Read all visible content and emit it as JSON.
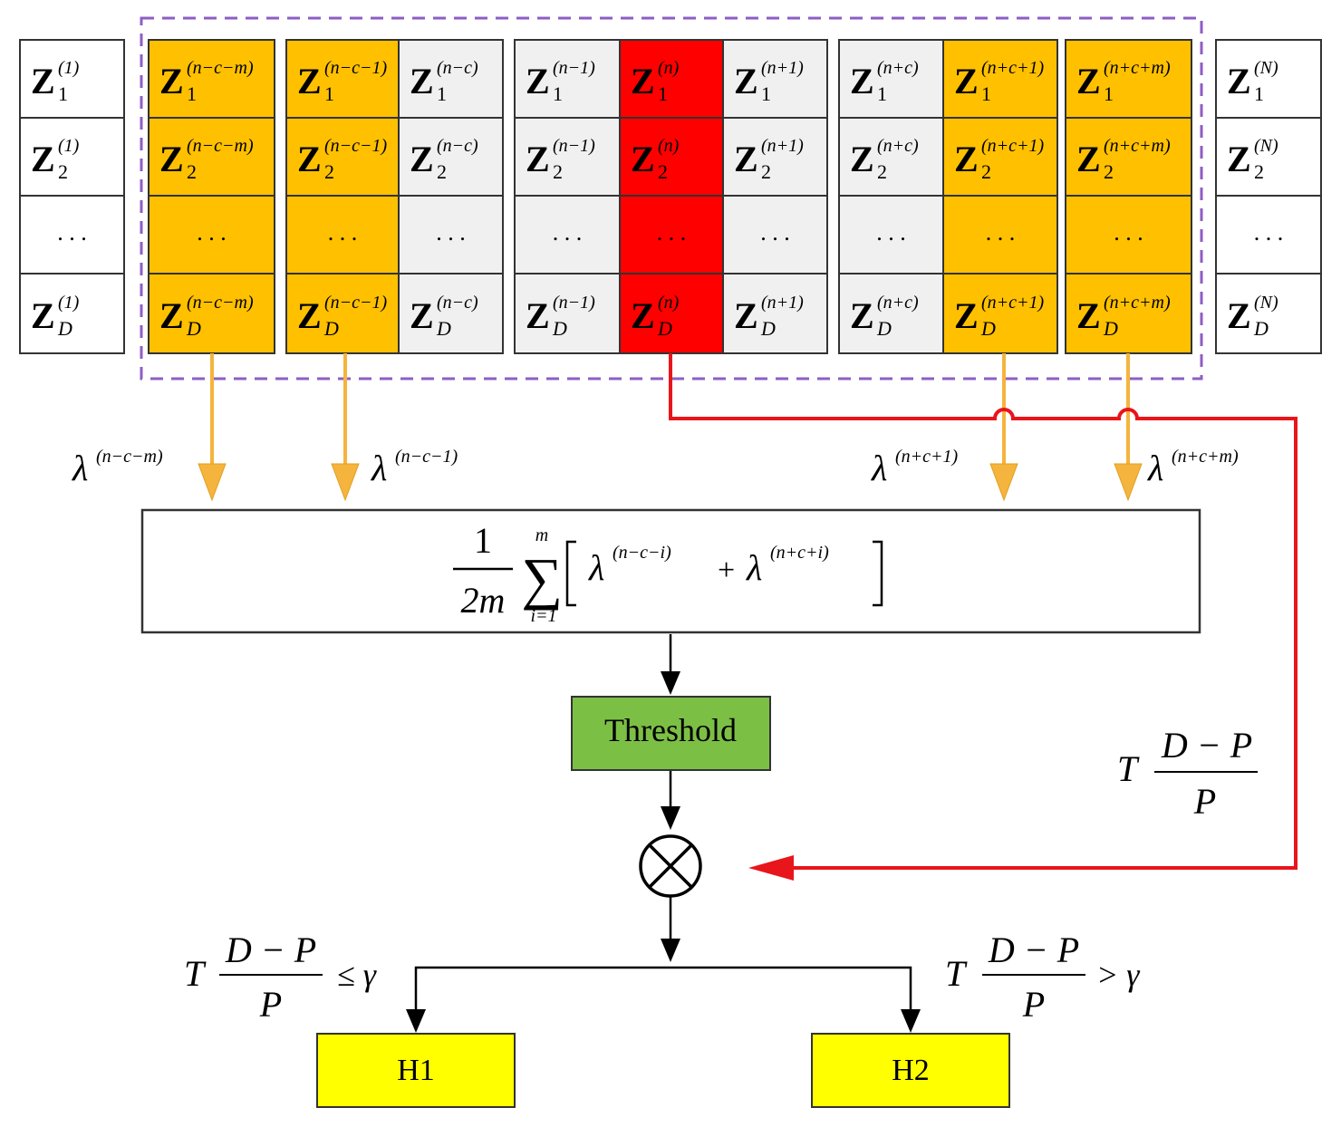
{
  "columns": [
    {
      "sup": "(1)",
      "rows": [
        "1",
        "2",
        "D"
      ]
    },
    {
      "sup": "(n−c−m)",
      "rows": [
        "1",
        "2",
        "D"
      ]
    },
    {
      "sup": "(n−c−1)",
      "rows": [
        "1",
        "2",
        "D"
      ]
    },
    {
      "sup": "(n−c)",
      "rows": [
        "1",
        "2",
        "D"
      ]
    },
    {
      "sup": "(n−1)",
      "rows": [
        "1",
        "2",
        "D"
      ]
    },
    {
      "sup": "(n)",
      "rows": [
        "1",
        "2",
        "D"
      ]
    },
    {
      "sup": "(n+1)",
      "rows": [
        "1",
        "2",
        "D"
      ]
    },
    {
      "sup": "(n+c)",
      "rows": [
        "1",
        "2",
        "D"
      ]
    },
    {
      "sup": "(n+c+1)",
      "rows": [
        "1",
        "2",
        "D"
      ]
    },
    {
      "sup": "(n+c+m)",
      "rows": [
        "1",
        "2",
        "D"
      ]
    },
    {
      "sup": "(N)",
      "rows": [
        "1",
        "2",
        "D"
      ]
    }
  ],
  "symbol": "Z",
  "ellipsis": ". . .",
  "lambda_symbol": "λ",
  "lambda_labels": [
    "(n−c−m)",
    "(n−c−1)",
    "(n+c+1)",
    "(n+c+m)"
  ],
  "formula": {
    "numerator": "1",
    "denominator": "2m",
    "sum_top": "m",
    "sum_bottom": "i=1",
    "sigma": "∑",
    "term1_sup": "(n−c−i)",
    "plus": "+",
    "term2_sup": "(n+c+i)"
  },
  "threshold_label": "Threshold",
  "multiply_symbol": "⊗",
  "statistic": {
    "T": "T",
    "numerator": "D − P",
    "denominator": "P"
  },
  "conditions": {
    "le": "≤ γ",
    "gt": "> γ"
  },
  "hypotheses": {
    "h1": "H1",
    "h2": "H2"
  },
  "colors": {
    "orange": "#ffc000",
    "red": "#ff0000",
    "gray": "#f0f0f0",
    "white": "#ffffff",
    "green": "#7cbf45",
    "yellow": "#ffff00",
    "purple": "#8e5ec4",
    "arrow_orange": "#f5b43d",
    "arrow_red": "#e8151b"
  }
}
